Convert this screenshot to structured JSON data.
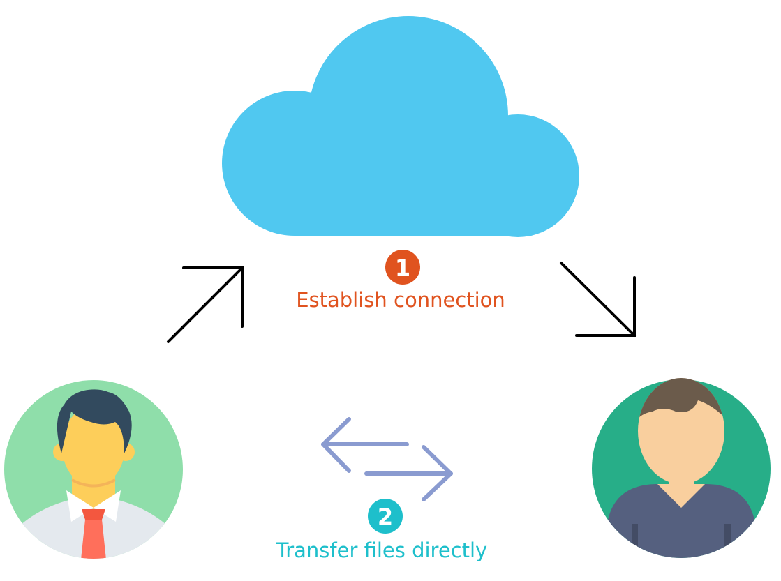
{
  "steps": [
    {
      "number": "1",
      "label": "Establish connection",
      "color": "#E0531F"
    },
    {
      "number": "2",
      "label": "Transfer files directly",
      "color": "#1EBFCB"
    }
  ],
  "nodes": {
    "cloud": {
      "icon": "cloud-icon",
      "color": "#50C8F0"
    },
    "sender": {
      "icon": "businessman-avatar-icon"
    },
    "receiver": {
      "icon": "user-avatar-icon"
    }
  },
  "arrow_colors": {
    "connection": "#000000",
    "transfer": "#8A9BD0"
  }
}
